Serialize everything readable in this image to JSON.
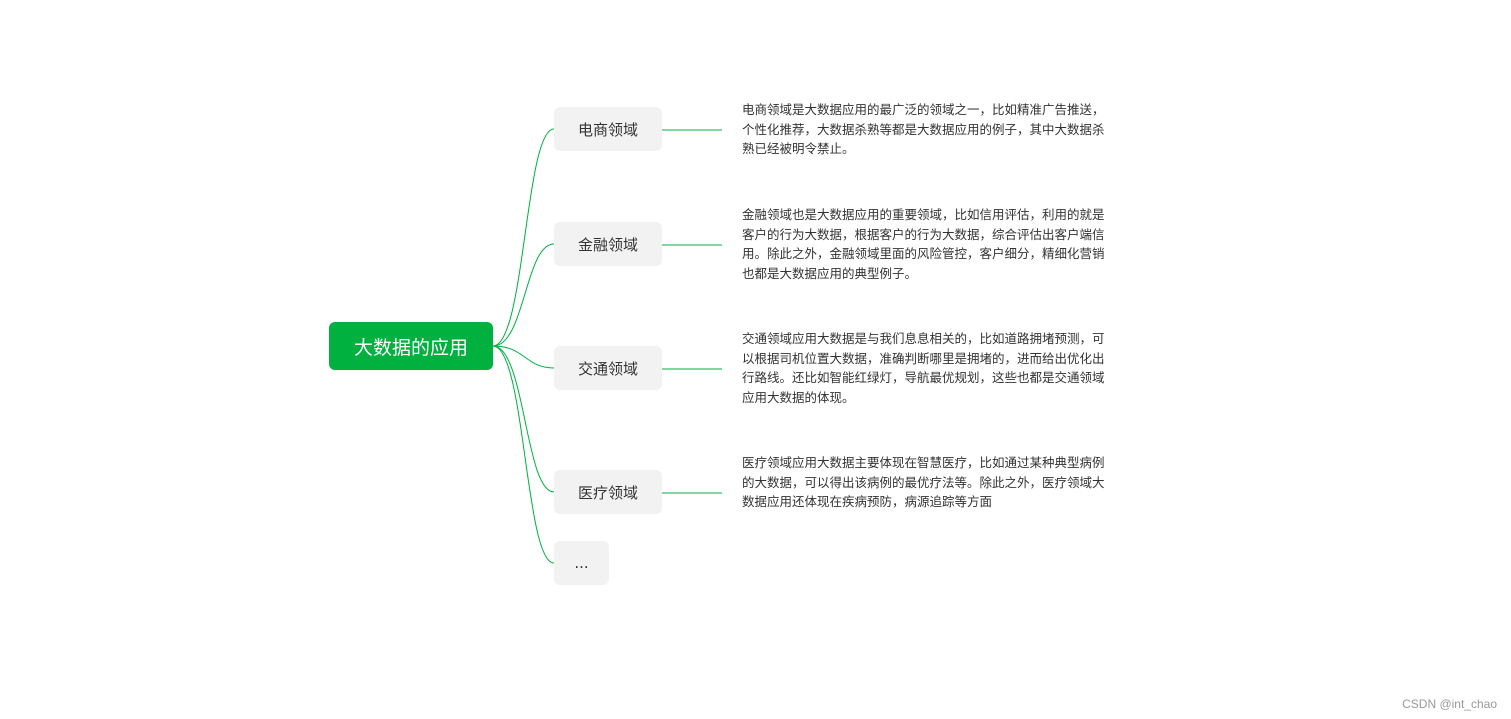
{
  "diagram": {
    "root": {
      "label": "大数据的应用"
    },
    "branches": [
      {
        "label": "电商领域",
        "description": "电商领域是大数据应用的最广泛的领域之一，比如精准广告推送，个性化推荐，大数据杀熟等都是大数据应用的例子，其中大数据杀熟已经被明令禁止。"
      },
      {
        "label": "金融领域",
        "description": "金融领域也是大数据应用的重要领域，比如信用评估，利用的就是客户的行为大数据，根据客户的行为大数据，综合评估出客户端信用。除此之外，金融领域里面的风险管控，客户细分，精细化营销也都是大数据应用的典型例子。"
      },
      {
        "label": "交通领域",
        "description": "交通领域应用大数据是与我们息息相关的，比如道路拥堵预测，可以根据司机位置大数据，准确判断哪里是拥堵的，进而给出优化出行路线。还比如智能红绿灯，导航最优规划，这些也都是交通领域应用大数据的体现。"
      },
      {
        "label": "医疗领域",
        "description": "医疗领域应用大数据主要体现在智慧医疗，比如通过某种典型病例的大数据，可以得出该病例的最优疗法等。除此之外，医疗领域大数据应用还体现在疾病预防，病源追踪等方面"
      },
      {
        "label": "..."
      }
    ],
    "colors": {
      "accent": "#00b140",
      "node_bg": "#f2f2f2",
      "text": "#333333"
    }
  },
  "watermark": "CSDN @int_chao"
}
